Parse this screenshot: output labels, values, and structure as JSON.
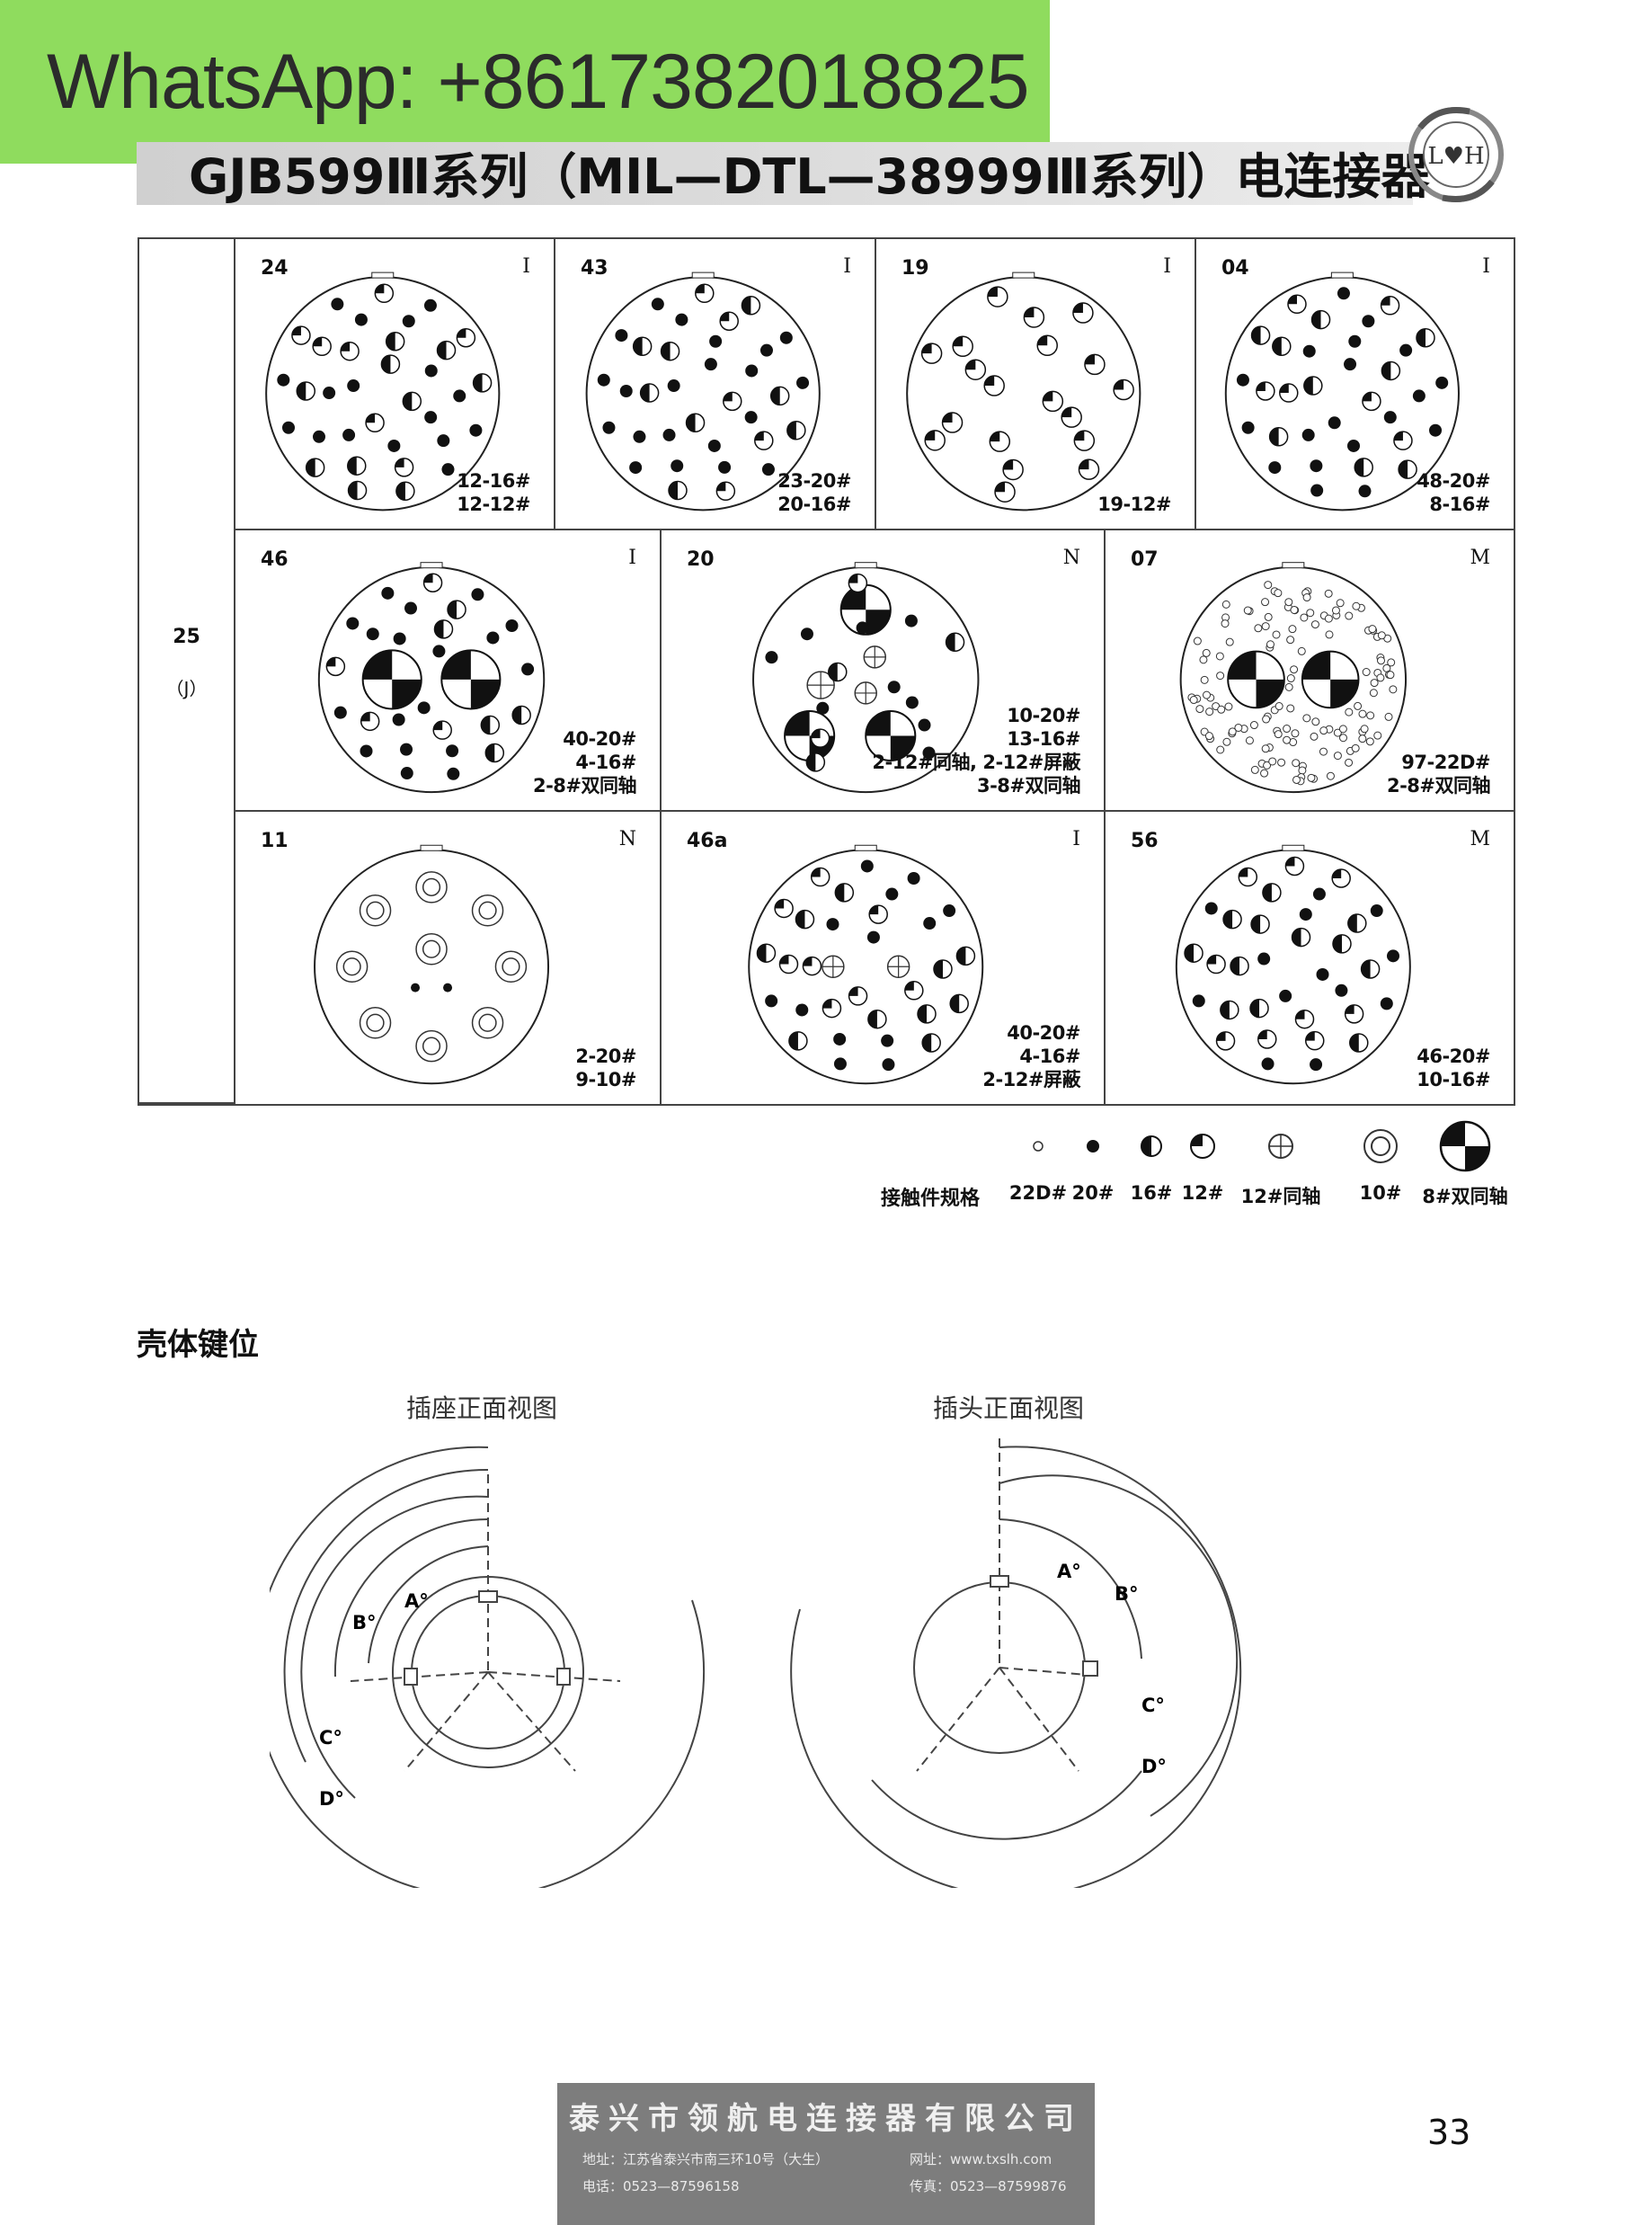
{
  "watermark": "WhatsApp: +8617382018825",
  "header": {
    "title": "GJB599Ⅲ系列（MIL—DTL—38999Ⅲ系列）电连接器",
    "logo_text": "L♥H"
  },
  "shell": {
    "size": "25",
    "code": "（J）"
  },
  "inserts": [
    {
      "code": "24",
      "arrangement": "I",
      "specs": [
        "12-16#",
        "12-12#"
      ]
    },
    {
      "code": "43",
      "arrangement": "I",
      "specs": [
        "23-20#",
        "20-16#"
      ]
    },
    {
      "code": "19",
      "arrangement": "I",
      "specs": [
        "19-12#"
      ]
    },
    {
      "code": "04",
      "arrangement": "I",
      "specs": [
        "48-20#",
        "8-16#"
      ]
    },
    {
      "code": "46",
      "arrangement": "I",
      "specs": [
        "40-20#",
        "4-16#",
        "2-8#双同轴"
      ]
    },
    {
      "code": "20",
      "arrangement": "N",
      "specs": [
        "10-20#",
        "13-16#",
        "2-12#同轴, 2-12#屏蔽",
        "3-8#双同轴"
      ]
    },
    {
      "code": "07",
      "arrangement": "M",
      "specs": [
        "97-22D#",
        "2-8#双同轴"
      ]
    },
    {
      "code": "11",
      "arrangement": "N",
      "specs": [
        "2-20#",
        "9-10#"
      ]
    },
    {
      "code": "46a",
      "arrangement": "I",
      "specs": [
        "40-20#",
        "4-16#",
        "2-12#屏蔽"
      ]
    },
    {
      "code": "56",
      "arrangement": "M",
      "specs": [
        "46-20#",
        "10-16#"
      ]
    }
  ],
  "legend": {
    "title": "接触件规格",
    "items": [
      {
        "label": "22D#",
        "icon": "tiny-circle-icon"
      },
      {
        "label": "20#",
        "icon": "small-dot-icon"
      },
      {
        "label": "16#",
        "icon": "half-filled-circle-icon"
      },
      {
        "label": "12#",
        "icon": "quarter-filled-circle-icon"
      },
      {
        "label": "12#同轴",
        "icon": "crosshair-circle-icon"
      },
      {
        "label": "10#",
        "icon": "double-ring-icon"
      },
      {
        "label": "8#双同轴",
        "icon": "checkered-circle-icon"
      }
    ]
  },
  "keying": {
    "section_title": "壳体键位",
    "receptacle_label": "插座正面视图",
    "plug_label": "插头正面视图",
    "angles": [
      "A°",
      "B°",
      "C°",
      "D°"
    ]
  },
  "footer": {
    "company": "泰兴市领航电连接器有限公司",
    "address": "地址：江苏省泰兴市南三环10号（大生）",
    "website": "网址：www.txslh.com",
    "phone": "电话：0523—87596158",
    "fax": "传真：0523—87599876"
  },
  "page_number": "33",
  "colors": {
    "banner": "#8fdc5e",
    "footer_bg": "#7d7d7d",
    "title_strip": "#d6d6d6"
  }
}
